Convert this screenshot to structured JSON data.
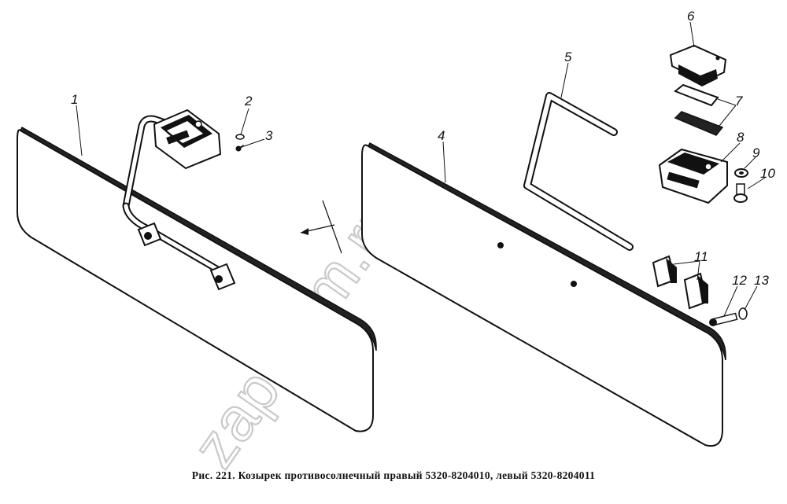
{
  "figure": {
    "caption": "Рис. 221. Козырек противосолнечный правый 5320-8204010, левый 5320-8204011",
    "watermark": "zap-kam.ru",
    "callouts": [
      "1",
      "2",
      "3",
      "4",
      "5",
      "6",
      "7",
      "8",
      "9",
      "10",
      "11",
      "12",
      "13"
    ]
  }
}
